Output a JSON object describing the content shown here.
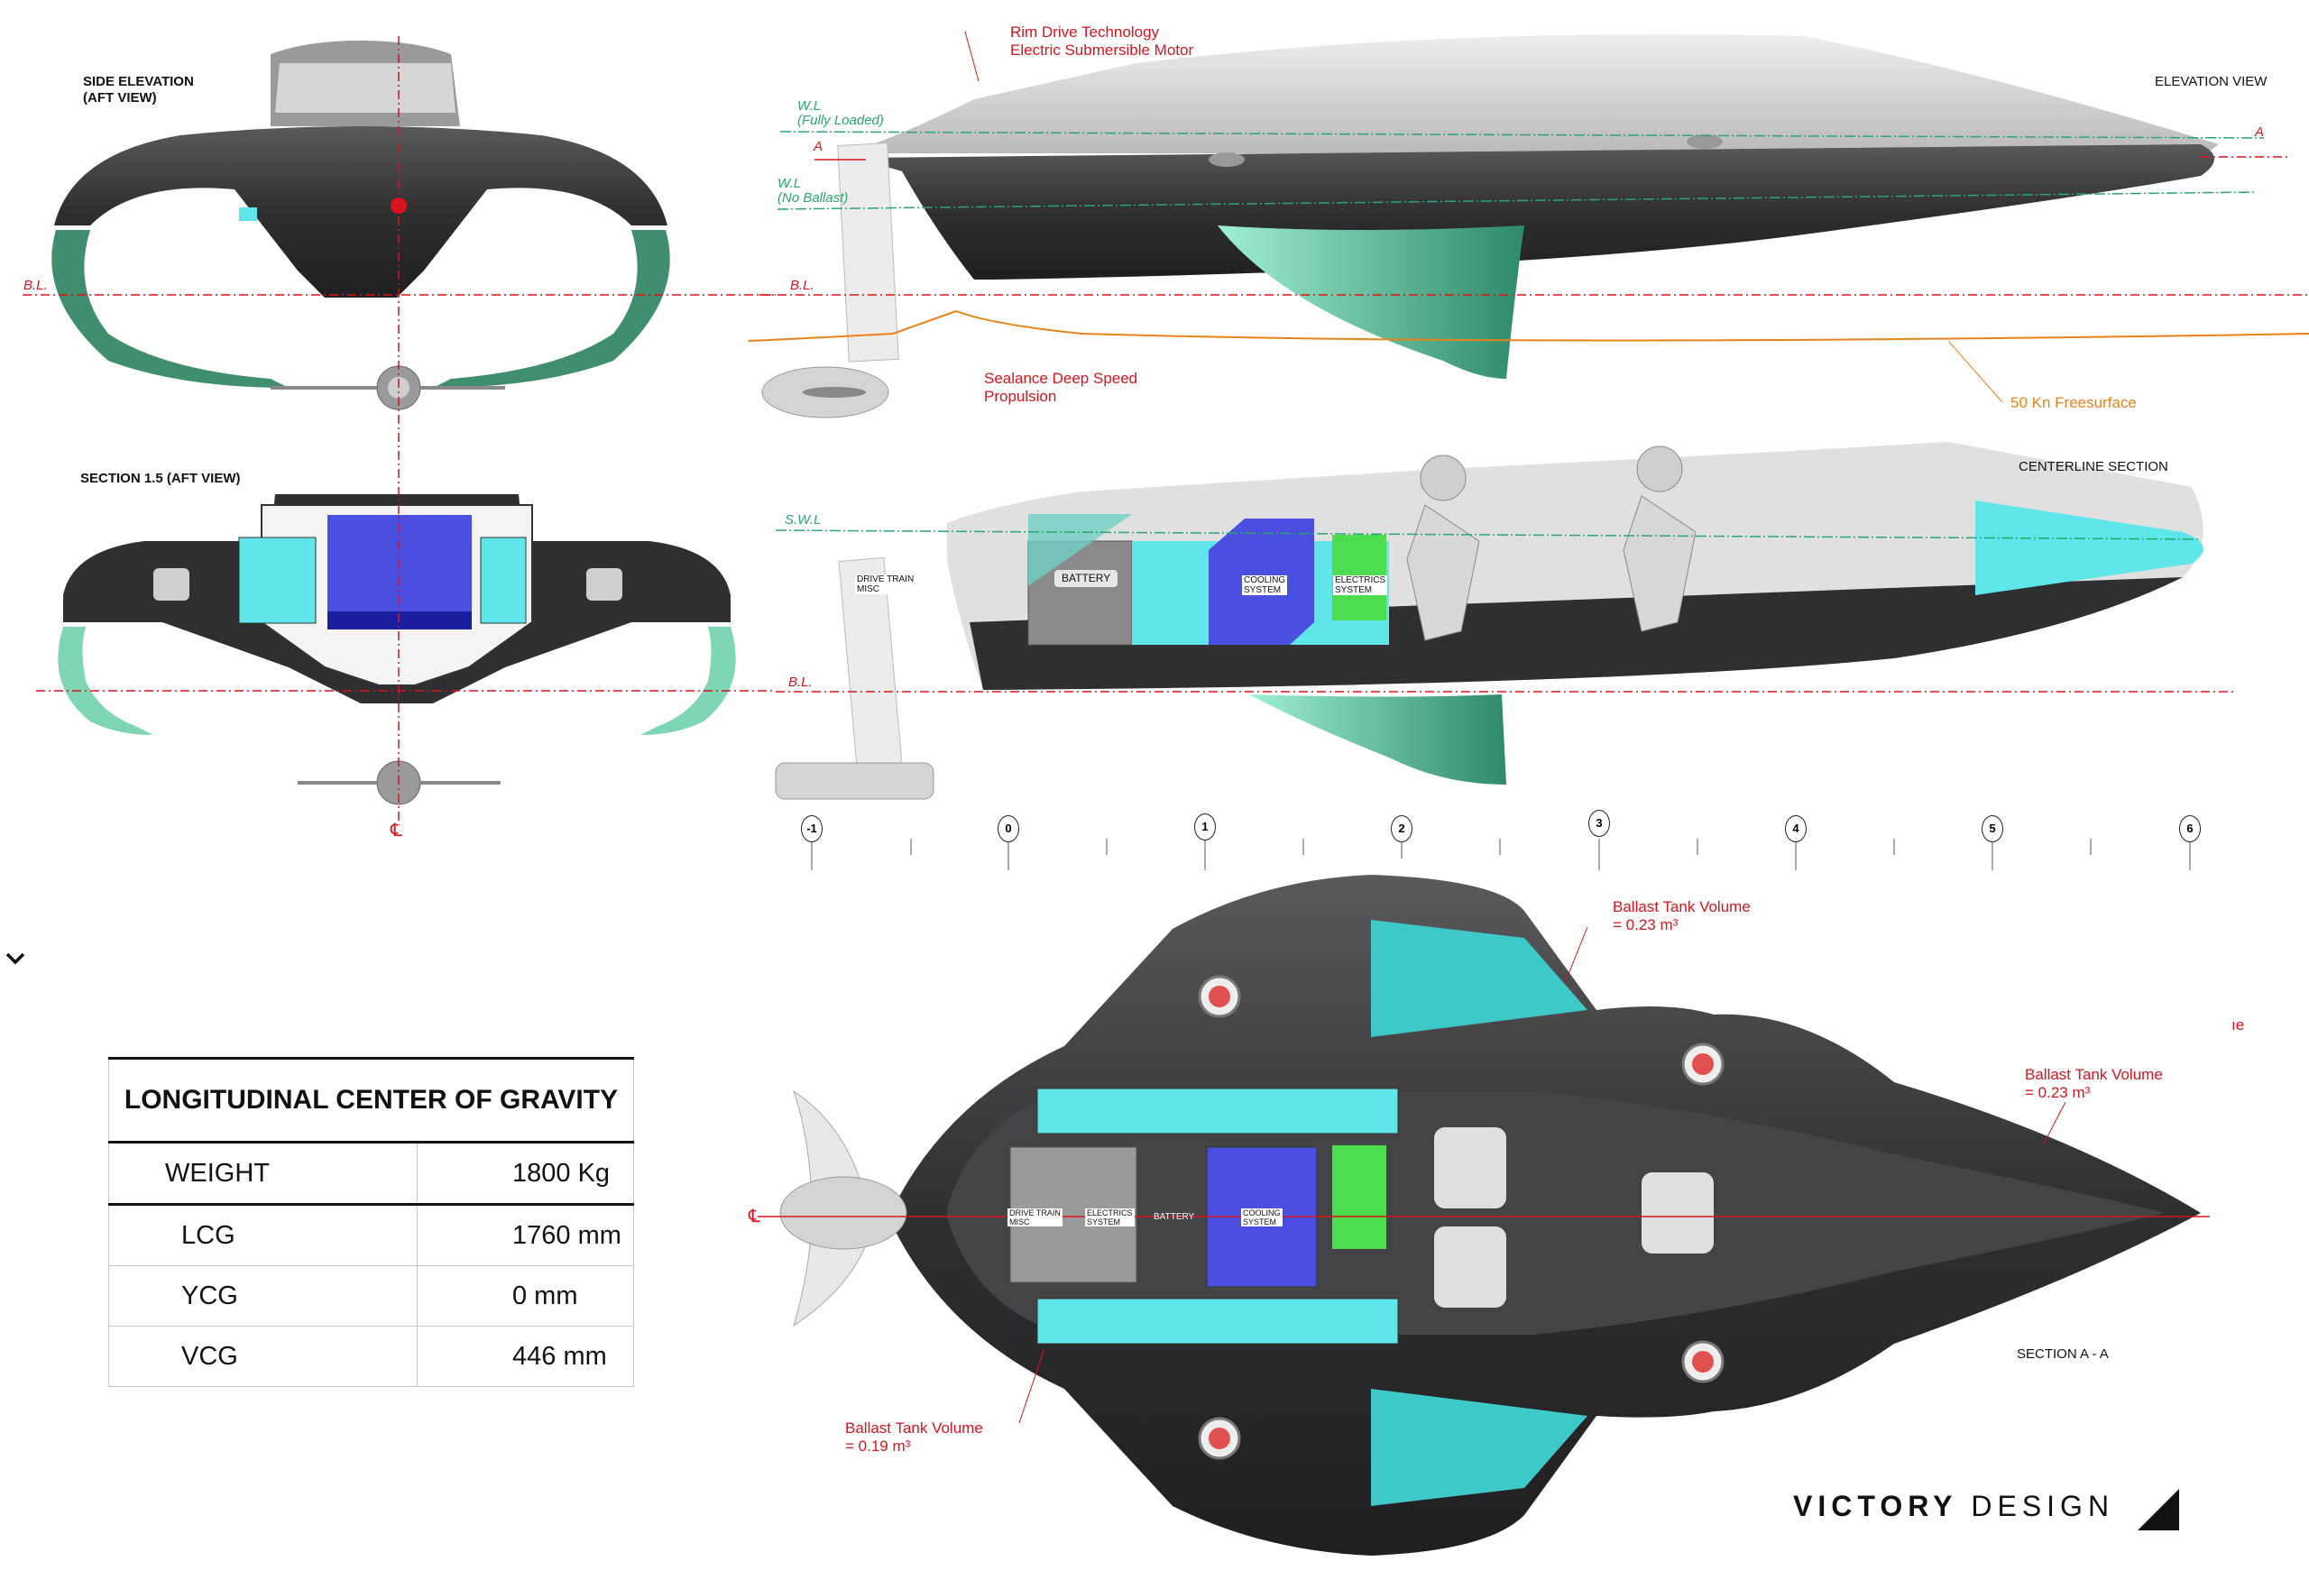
{
  "views": {
    "side_elevation": "SIDE ELEVATION\n(AFT VIEW)",
    "side_elevation_line1": "SIDE ELEVATION",
    "side_elevation_line2": "(AFT VIEW)",
    "section_15": "SECTION  1.5 (AFT VIEW)",
    "elevation_view": "ELEVATION VIEW",
    "centerline_section": "CENTERLINE SECTION",
    "section_aa": "SECTION  A - A"
  },
  "reference_lines": {
    "baseline": "B.L.",
    "waterline_full_1": "W.L",
    "waterline_full_2": "(Fully Loaded)",
    "waterline_nb_1": "W.L",
    "waterline_nb_2": "(No Ballast)",
    "static_waterline": "S.W.L",
    "dim_a": "A",
    "centerline": "℄"
  },
  "callouts": {
    "rim_drive_1": "Rim Drive Technology",
    "rim_drive_2": "Electric Submersible Motor",
    "sealance_1": "Sealance Deep Speed",
    "sealance_2": "Propulsion",
    "freesurface": "50 Kn Freesurface",
    "ballast_top_1": "Ballast Tank Volume",
    "ballast_top_2": "= 0.23 m³",
    "ballast_right_1": "Ballast Tank Volume",
    "ballast_right_2": "= 0.23 m³",
    "ballast_bottom_1": "Ballast Tank Volume",
    "ballast_bottom_2": "= 0.19 m³",
    "clipped_fragment": "ıe"
  },
  "compartments": {
    "drive_train_1": "DRIVE TRAIN",
    "drive_train_2": "MISC",
    "battery": "BATTERY",
    "cooling_1": "COOLING",
    "cooling_2": "SYSTEM",
    "electrics_1": "ELECTRICS",
    "electrics_2": "SYSTEM"
  },
  "stations": [
    "-1",
    "0",
    "1",
    "2",
    "3",
    "4",
    "5",
    "6"
  ],
  "cg_table": {
    "title": "LONGITUDINAL CENTER OF GRAVITY",
    "rows": [
      {
        "label": "WEIGHT",
        "value": "1800 Kg"
      },
      {
        "label": "LCG",
        "value": "1760 mm"
      },
      {
        "label": "YCG",
        "value": "0 mm"
      },
      {
        "label": "VCG",
        "value": "446 mm"
      }
    ]
  },
  "logo": {
    "word1": "VICTORY",
    "word2": "DESIGN"
  },
  "collapse_icon": "chevron-down-icon",
  "colors": {
    "annotation_red": "#d9141c",
    "waterline_green": "#2aa66e",
    "freesurface_orange": "#e8821c",
    "hull_dark": "#3a3a3c",
    "ballast_cyan": "#5ee6ea",
    "cooling_blue": "#4a4fe0",
    "electrics_green": "#4ddc4d",
    "fin_green": "#4fbf98"
  }
}
